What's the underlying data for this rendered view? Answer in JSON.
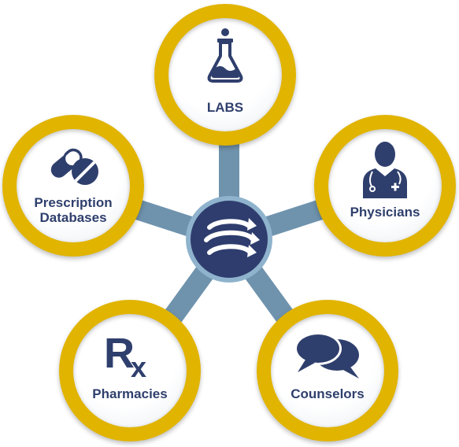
{
  "diagram": {
    "hub": {
      "icon": "swirl-arrows-logo-icon"
    },
    "nodes": [
      {
        "id": "labs",
        "label": "LABS",
        "icon": "flask-icon"
      },
      {
        "id": "prescription",
        "label": "Prescription\nDatabases",
        "icon": "pills-icon"
      },
      {
        "id": "physicians",
        "label": "Physicians",
        "icon": "doctor-icon"
      },
      {
        "id": "pharmacies",
        "label": "Pharmacies",
        "icon": "rx-icon"
      },
      {
        "id": "counselors",
        "label": "Counselors",
        "icon": "speech-bubbles-icon"
      }
    ],
    "colors": {
      "ring": "#e1b400",
      "hub": "#2e3d6e",
      "spoke": "#6f93ad",
      "text": "#2f3f6d"
    }
  }
}
